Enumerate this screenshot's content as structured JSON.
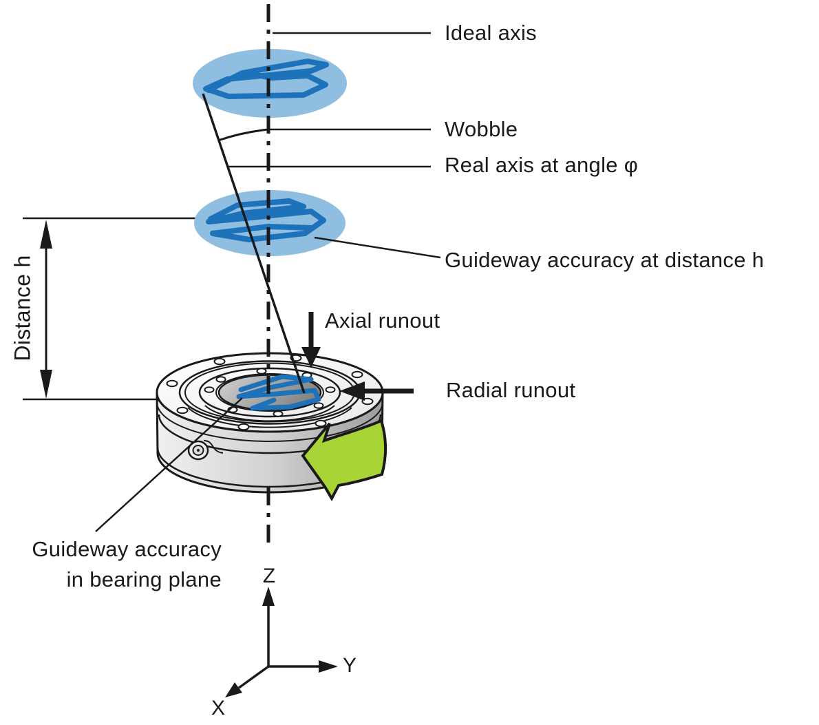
{
  "figure": {
    "type": "technical-diagram",
    "subject": "Rotary axis / bearing accuracy terms with ideal axis, real axis, runout and guideway accuracy"
  },
  "labels": {
    "ideal_axis": "Ideal axis",
    "wobble": "Wobble",
    "real_axis": "Real axis at angle φ",
    "guideway_at_distance": "Guideway accuracy at distance h",
    "axial_runout": "Axial runout",
    "radial_runout": "Radial runout",
    "guideway_bearing_plane_line1": "Guideway accuracy",
    "guideway_bearing_plane_line2": "in bearing plane",
    "distance_h": "Distance h"
  },
  "coordinate_axes": {
    "x": "X",
    "y": "Y",
    "z": "Z"
  },
  "icons": {
    "rotation_arrow": "curved-rotation-left-arrow",
    "axial_runout_arrow": "thick-down-arrow",
    "radial_runout_arrow": "thick-left-arrow",
    "distance_dimension": "double-headed-vertical-dimension-arrow",
    "ideal_axis_line": "dash-dot-center-line"
  },
  "colors": {
    "line": "#1a1a1a",
    "disc_fill": "#8fbee1",
    "scribble": "#1d72ba",
    "rotation_arrow": "#a8d438",
    "body_light": "#f0f0f0",
    "body_dark": "#9e9e9e"
  }
}
